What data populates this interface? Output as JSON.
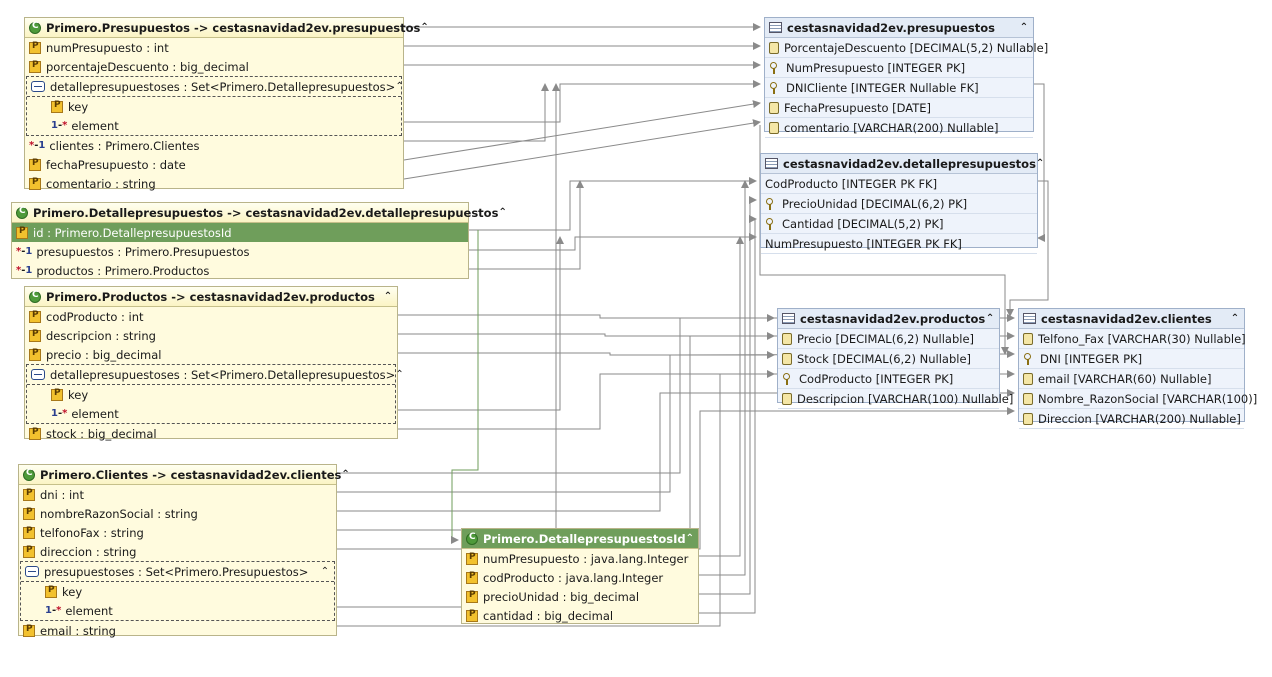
{
  "classes": {
    "presupuestos": {
      "title": "Primero.Presupuestos -> cestasnavidad2ev.presupuestos",
      "props": [
        "numPresupuesto : int",
        "porcentajeDescuento : big_decimal"
      ],
      "set": {
        "title": "detallepresupuestoses : Set<Primero.Detallepresupuestos>",
        "key": "key",
        "element": "element"
      },
      "props2": [
        "clientes : Primero.Clientes",
        "fechaPresupuesto : date",
        "comentario : string"
      ]
    },
    "detalle": {
      "title": "Primero.Detallepresupuestos -> cestasnavidad2ev.detallepresupuestos",
      "props": [
        "id : Primero.DetallepresupuestosId",
        "presupuestos : Primero.Presupuestos",
        "productos : Primero.Productos"
      ]
    },
    "productos": {
      "title": "Primero.Productos -> cestasnavidad2ev.productos",
      "props": [
        "codProducto : int",
        "descripcion : string",
        "precio : big_decimal"
      ],
      "set": {
        "title": "detallepresupuestoses : Set<Primero.Detallepresupuestos>",
        "key": "key",
        "element": "element"
      },
      "props2": [
        "stock : big_decimal"
      ]
    },
    "clientes": {
      "title": "Primero.Clientes -> cestasnavidad2ev.clientes",
      "props": [
        "dni : int",
        "nombreRazonSocial : string",
        "telfonoFax : string",
        "direccion : string"
      ],
      "set": {
        "title": "presupuestoses : Set<Primero.Presupuestos>",
        "key": "key",
        "element": "element"
      },
      "props2": [
        "email : string"
      ]
    },
    "detalleId": {
      "title": "Primero.DetallepresupuestosId",
      "props": [
        "numPresupuesto : java.lang.Integer",
        "codProducto : java.lang.Integer",
        "precioUnidad : big_decimal",
        "cantidad : big_decimal"
      ]
    }
  },
  "tables": {
    "presupuestos": {
      "title": "cestasnavidad2ev.presupuestos",
      "cols": [
        "PorcentajeDescuento [DECIMAL(5,2) Nullable]",
        "NumPresupuesto [INTEGER PK]",
        "DNICliente [INTEGER Nullable FK]",
        "FechaPresupuesto [DATE]",
        "comentario [VARCHAR(200) Nullable]"
      ]
    },
    "detalle": {
      "title": "cestasnavidad2ev.detallepresupuestos",
      "cols": [
        "CodProducto [INTEGER PK FK]",
        "PrecioUnidad [DECIMAL(6,2) PK]",
        "Cantidad [DECIMAL(5,2) PK]",
        "NumPresupuesto [INTEGER PK FK]"
      ]
    },
    "productos": {
      "title": "cestasnavidad2ev.productos",
      "cols": [
        "Precio [DECIMAL(6,2) Nullable]",
        "Stock [DECIMAL(6,2) Nullable]",
        "CodProducto [INTEGER PK]",
        "Descripcion [VARCHAR(100) Nullable]"
      ]
    },
    "clientes": {
      "title": "cestasnavidad2ev.clientes",
      "cols": [
        "Telfono_Fax [VARCHAR(30) Nullable]",
        "DNI [INTEGER PK]",
        "email [VARCHAR(60) Nullable]",
        "Nombre_RazonSocial [VARCHAR(100)]",
        "Direccion [VARCHAR(200) Nullable]"
      ]
    }
  },
  "colors": {
    "class_bg": "#fffbde",
    "table_bg": "#eef3fb",
    "selected_row": "#6f9e5b",
    "wire": "#8a8a8a"
  }
}
